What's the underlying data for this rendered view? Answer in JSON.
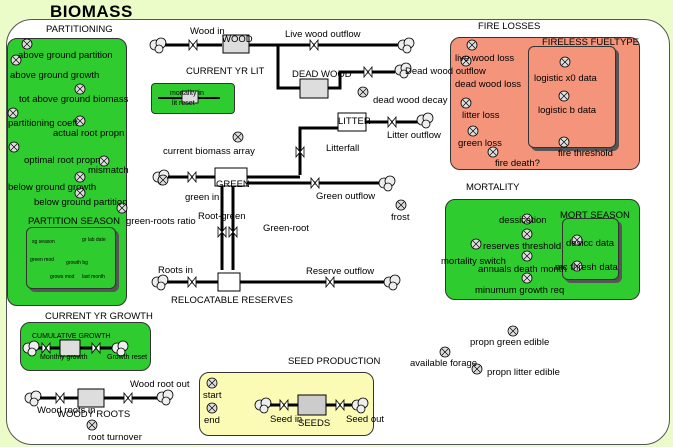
{
  "title": "BIOMASS",
  "colors": {
    "background": "#ecfcc8",
    "sector_green": "#2ecc2e",
    "sector_salmon": "#f4947a",
    "sector_yellow": "#fbfbb6"
  },
  "sectors": {
    "partitioning": "PARTITIONING",
    "partition_season": "PARTITION SEASON",
    "current_yr_growth": "CURRENT YR GROWTH",
    "fire_losses": "FIRE LOSSES",
    "fireless_fueltype": "FIRELESS FUELTYPE",
    "mortality": "MORTALITY",
    "mort_season": "MORT SEASON",
    "seed_production": "SEED PRODUCTION",
    "current_yr_lit": "CURRENT YR LIT"
  },
  "partitioning_vars": [
    "above ground partition",
    "above ground growth",
    "tot above ground biomass",
    "partitioning coeff",
    "actual root propn",
    "optimal root propn",
    "mismatch",
    "below ground growth",
    "below ground partition"
  ],
  "partition_season_items": [
    "sg season",
    "gr lab date",
    "green mod",
    "growth bg",
    "grows mod",
    "last month"
  ],
  "stocks": {
    "wood": "WOOD",
    "dead_wood": "DEAD WOOD",
    "litter": "LITTER",
    "green": "GREEN",
    "reserves": "RELOCATABLE RESERVES",
    "woody_roots": "WOODY ROOTS",
    "seeds": "SEEDS",
    "cum_growth": "CUMULATIVE GROWTH"
  },
  "flows": {
    "wood_in": "Wood in",
    "live_wood_outflow": "Live wood outflow",
    "dead_wood_outflow": "Dead wood outflow",
    "litterfall": "Litterfall",
    "litter_outflow": "Litter outflow",
    "green_in": "green in",
    "green_outflow": "Green outflow",
    "root_green": "Root-green",
    "green_root": "Green-root",
    "roots_in": "Roots in",
    "reserve_outflow": "Reserve outflow",
    "wood_root_out": "Wood root out",
    "woody_roots_in": "Wood roots in",
    "seed_in": "Seed in",
    "seed_out": "Seed out",
    "monthly_growth": "Monthly growth",
    "growth_reset": "Growth reset"
  },
  "converters": {
    "current_biomass_array": "current biomass array",
    "dead_wood_decay": "dead wood decay",
    "frost": "frost",
    "green_roots_ratio": "green-roots ratio",
    "root_turnover": "root turnover",
    "available_forage": "available forage",
    "propn_green_edible": "propn green  edible",
    "propn_litter_edible": "propn litter edible",
    "start": "start",
    "end": "end",
    "mortality_in": "mortality in",
    "lit_reset": "lit reset"
  },
  "fire_vars": [
    "live wood loss",
    "dead wood loss",
    "litter loss",
    "green loss",
    "fire threshold",
    "fire death?",
    "logistic x0 data",
    "logistic b data"
  ],
  "mortality_vars": [
    "dessication",
    "reserves  threshold",
    "mortality switch",
    "annuals death month",
    "minumum growth req",
    "desicc data",
    "mc thresh data"
  ]
}
